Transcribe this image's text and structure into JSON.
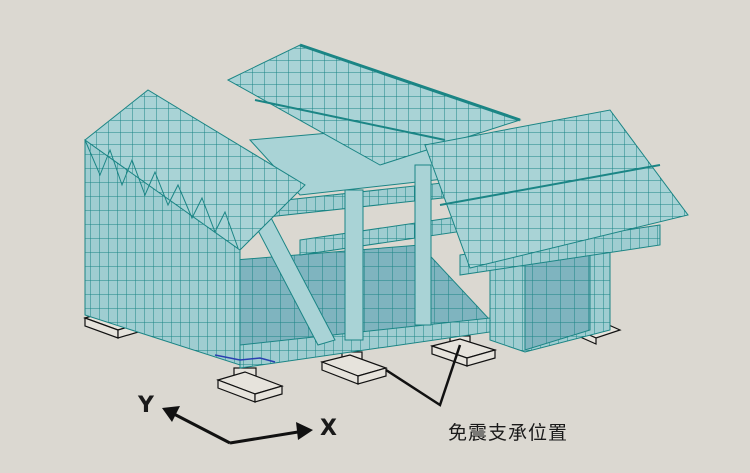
{
  "diagram": {
    "subject": "3D frame model of a traditional wooden building on seismic isolation bearings",
    "background_color": "#dbd8d1",
    "model_fill_color": "#a9d3d6",
    "model_line_color": "#1b8585",
    "bearing_line_color": "#111111"
  },
  "axes": {
    "y_label": "Y",
    "x_label": "X"
  },
  "callout": {
    "label": "免震支承位置"
  }
}
